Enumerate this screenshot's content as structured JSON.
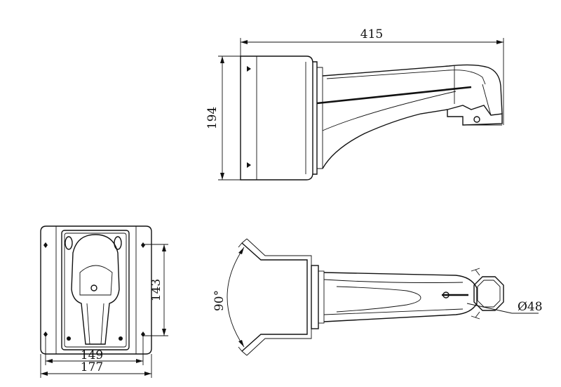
{
  "side_view": {
    "width_dim": "415",
    "height_dim": "194"
  },
  "front_view": {
    "inner_width_dim": "149",
    "outer_width_dim": "177",
    "hole_spacing_dim": "143"
  },
  "top_view": {
    "angle_dim": "90°",
    "pole_dia_dim": "Ø48"
  }
}
